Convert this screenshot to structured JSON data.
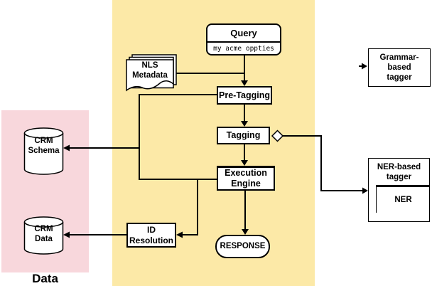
{
  "colors": {
    "pipeline_region": "#fce9a7",
    "data_region": "#f8d7dc",
    "node_fill": "#ffffff",
    "line": "#000000"
  },
  "data_region_label": "Data",
  "nodes": {
    "query": {
      "title": "Query",
      "query_text": "my acme oppties"
    },
    "nls_metadata": {
      "line1": "NLS",
      "line2": "Metadata"
    },
    "pre_tagging": {
      "label": "Pre-Tagging"
    },
    "tagging": {
      "label": "Tagging"
    },
    "execution_engine": {
      "line1": "Execution",
      "line2": "Engine"
    },
    "id_resolution": {
      "line1": "ID",
      "line2": "Resolution"
    },
    "response": {
      "label": "RESPONSE"
    },
    "crm_schema": {
      "line1": "CRM",
      "line2": "Schema"
    },
    "crm_data": {
      "line1": "CRM",
      "line2": "Data"
    },
    "grammar_tagger": {
      "line1": "Grammar-based",
      "line2": "tagger"
    },
    "ner_tagger": {
      "line1": "NER-based",
      "line2": "tagger",
      "inner_label": "NER"
    }
  }
}
